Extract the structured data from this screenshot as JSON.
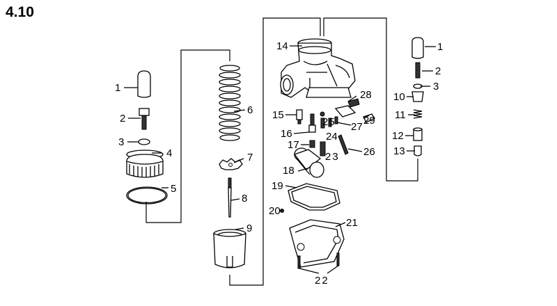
{
  "section": "4.10",
  "callouts": {
    "left_1": "1",
    "left_2": "2",
    "left_3": "3",
    "left_4": "4",
    "left_5": "5",
    "mid_6": "6",
    "mid_7": "7",
    "mid_8": "8",
    "mid_9": "9",
    "c14": "14",
    "c15": "15",
    "c16": "16",
    "c17": "17",
    "c18": "18",
    "c19": "19",
    "c20": "20",
    "c21": "21",
    "c22": "22",
    "c23": "23",
    "c24": "24",
    "c25": "25",
    "c26": "26",
    "c27": "27",
    "c28": "28",
    "c29": "29",
    "right_1": "1",
    "right_2": "2",
    "right_3": "3",
    "right_10": "10",
    "right_11": "11",
    "right_12": "12",
    "right_13": "13"
  }
}
